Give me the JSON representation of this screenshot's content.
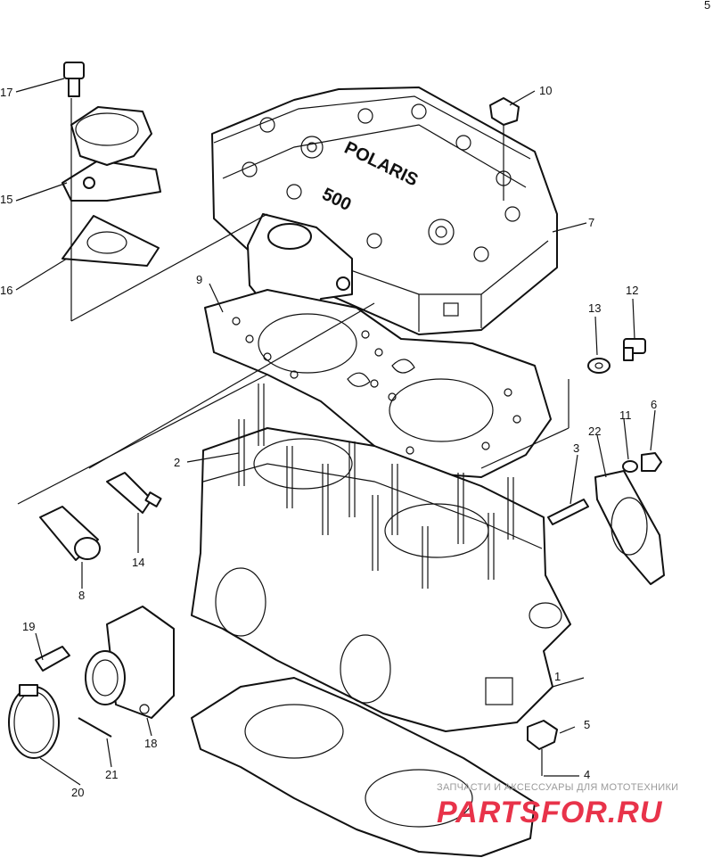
{
  "page_number": "5",
  "callouts": [
    "1",
    "2",
    "3",
    "4",
    "5",
    "6",
    "7",
    "8",
    "9",
    "10",
    "11",
    "12",
    "13",
    "14",
    "15",
    "16",
    "17",
    "18",
    "19",
    "20",
    "21",
    "22"
  ],
  "valve_cover_text": {
    "model": "500",
    "brand": "POLARIS"
  },
  "watermark": {
    "caption": "ЗАПЧАСТИ И АКСЕССУАРЫ ДЛЯ МОТОТЕХНИКИ",
    "logo": "PARTSFOR.RU",
    "color": "#e8334a"
  }
}
